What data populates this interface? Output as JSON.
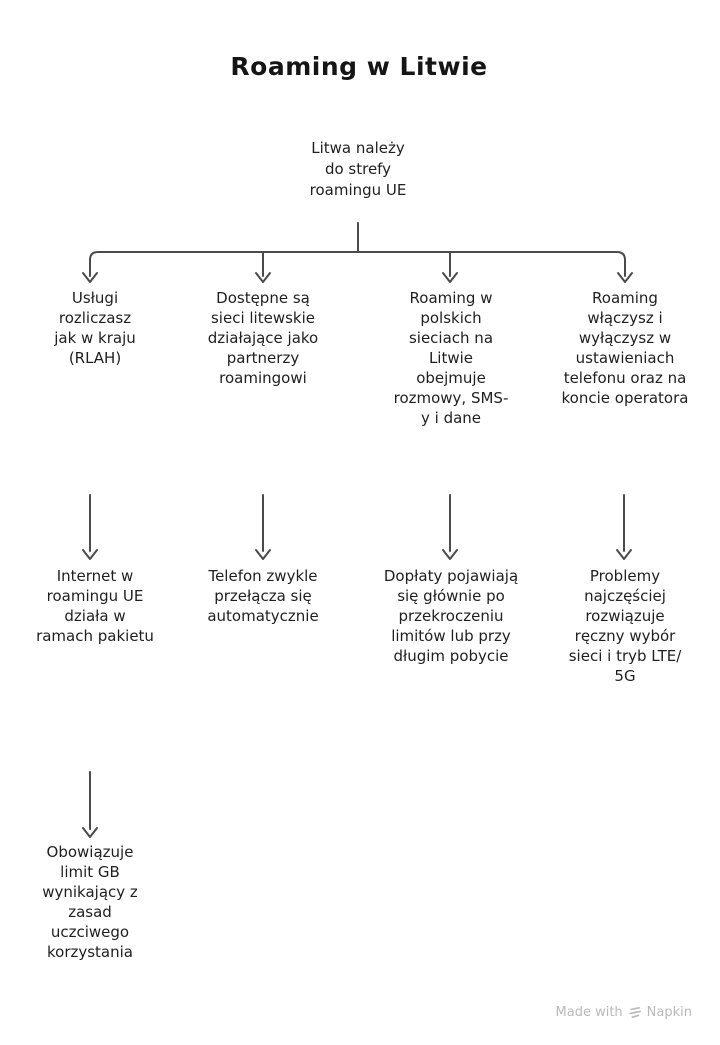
{
  "title": "Roaming w Litwie",
  "nodes": {
    "root": {
      "text": "Litwa należy\ndo strefy\nroamingu UE"
    },
    "level1": [
      {
        "text": "Usługi\nrozliczasz\njak w kraju\n(RLAH)"
      },
      {
        "text": "Dostępne są\nsieci litewskie\ndziałające jako\npartnerzy\nroamingowi"
      },
      {
        "text": "Roaming w\npolskich\nsieciach na\nLitwie\nobejmuje\nrozmowy, SMS-\ny i dane"
      },
      {
        "text": "Roaming\nwłączysz i\nwyłączysz w\nustawieniach\ntelefonu oraz na\nkoncie operatora"
      }
    ],
    "level2": [
      {
        "text": "Internet w\nroamingu UE\ndziała w\nramach pakietu"
      },
      {
        "text": "Telefon zwykle\nprzełącza się\nautomatycznie"
      },
      {
        "text": "Dopłaty pojawiają\nsię głównie po\nprzekroczeniu\nlimitów lub przy\ndługim pobycie"
      },
      {
        "text": "Problemy\nnajczęściej\nrozwiązuje\nręczny wybór\nsieci i tryb LTE/\n5G"
      }
    ],
    "level3": [
      {
        "text": "Obowiązuje\nlimit GB\nwynikający z\nzasad\nuczciwego\nkorzystania"
      }
    ]
  },
  "footer": {
    "made_with": "Made with",
    "brand": "Napkin"
  },
  "colors": {
    "background": "#ffffff",
    "text": "#1f1f1f",
    "connector_line": "#4a4a4a",
    "watermark": "#b9b9b9"
  }
}
